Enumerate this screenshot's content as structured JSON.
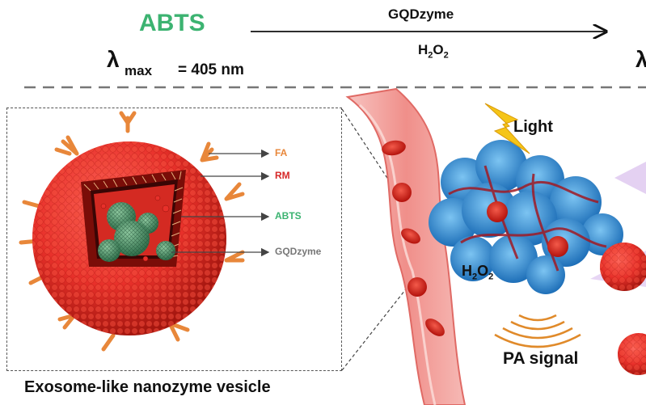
{
  "header": {
    "substrate": "ABTS",
    "lambda_symbol": "λ",
    "lambda_subscript": "max",
    "lambda_value": "= 405 nm",
    "arrow_catalyst": "GQDzyme",
    "arrow_reagent_main": "H",
    "arrow_reagent_sub1": "2",
    "arrow_reagent_mid": "O",
    "arrow_reagent_sub2": "2",
    "right_lambda": "λ"
  },
  "vesicle_labels": {
    "fa": "FA",
    "rm": "RM",
    "abts": "ABTS",
    "gqdzyme": "GQDzyme"
  },
  "vessel_scene": {
    "light": "Light",
    "h2o2_main": "H",
    "h2o2_sub1": "2",
    "h2o2_mid": "O",
    "h2o2_sub2": "2",
    "pa_signal": "PA signal"
  },
  "caption": "Exosome-like nanozyme vesicle",
  "colors": {
    "abts_green": "#3cb371",
    "fa_orange": "#e8873a",
    "rm_red": "#d62828",
    "vesicle_red": "#e8302a",
    "tumor_blue": "#3a8fd6",
    "vessel_pink": "#f4a6a6",
    "light_yellow": "#f5c518",
    "pa_orange": "#e08a2a"
  }
}
